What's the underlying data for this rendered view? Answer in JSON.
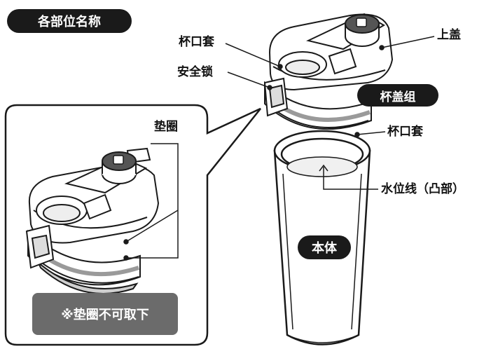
{
  "header": {
    "title": "各部位名称"
  },
  "callouts": {
    "cup_sleeve_top": "杯口套",
    "safety_lock": "安全锁",
    "top_lid": "上盖",
    "lid_group": "杯盖组",
    "cup_sleeve_body": "杯口套",
    "water_line": "水位线（凸部）",
    "body": "本体",
    "gasket": "垫圈"
  },
  "inset": {
    "note": "※垫圈不可取下"
  },
  "colors": {
    "ink": "#1a1a1a",
    "note_bg": "#6b6b6b",
    "ring_gray": "#9a9a9a",
    "knob_gray": "#555555"
  }
}
